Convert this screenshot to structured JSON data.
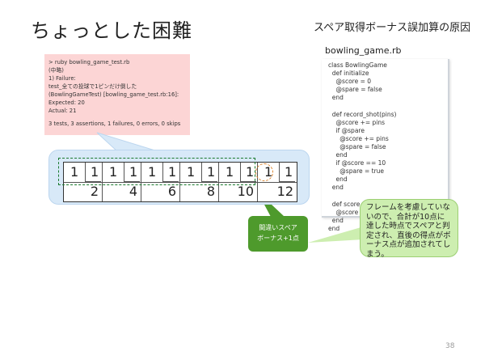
{
  "slide": {
    "title": "ちょっとした困難",
    "subtitle": "スペア取得ボーナス誤加算の原因",
    "page_number": "38"
  },
  "terminal": {
    "lines": [
      "> ruby bowling_game_test.rb",
      "(中略)",
      " 1) Failure:",
      "test_全ての投球で1ピンだけ倒した",
      "(BowlingGameTest) [bowling_game_test.rb:16]:",
      "Expected: 20",
      "  Actual: 21",
      "3 tests, 3 assertions, 1 failures, 0 errors, 0 skips"
    ]
  },
  "code": {
    "filename": "bowling_game.rb",
    "lines": [
      "class BowlingGame",
      "  def initialize",
      "    @score = 0",
      "    @spare = false",
      "  end",
      "",
      "  def record_shot(pins)",
      "    @score += pins",
      "    if @spare",
      "      @score += pins",
      "      @spare = false",
      "    end",
      "    if @score == 10",
      "      @spare = true",
      "    end",
      "  end",
      "",
      "  def score",
      "    @score",
      "  end",
      "end"
    ]
  },
  "scoresheet": {
    "frames": [
      {
        "roll1": "1",
        "roll2": "1",
        "total": "2"
      },
      {
        "roll1": "1",
        "roll2": "1",
        "total": "4"
      },
      {
        "roll1": "1",
        "roll2": "1",
        "total": "6"
      },
      {
        "roll1": "1",
        "roll2": "1",
        "total": "8"
      },
      {
        "roll1": "1",
        "roll2": "1",
        "total": "10"
      },
      {
        "roll1": "1",
        "roll2": "1",
        "total": "12"
      }
    ]
  },
  "callouts": {
    "wrong_spare": "間違いスペア\nボーナス+1点",
    "explanation": "フレームを考慮していないので、合計が10点に達した時点でスペアと判定され、直後の得点がボーナス点が追加されてしまう。"
  },
  "colors": {
    "terminal_bg": "#fcd5d5",
    "callout_blue": "#d8e9f8",
    "callout_green": "#4e9a2c",
    "callout_light_green": "#cdeeb0",
    "dashed_green": "#1b7a2f",
    "dashed_orange": "#d9822b"
  }
}
